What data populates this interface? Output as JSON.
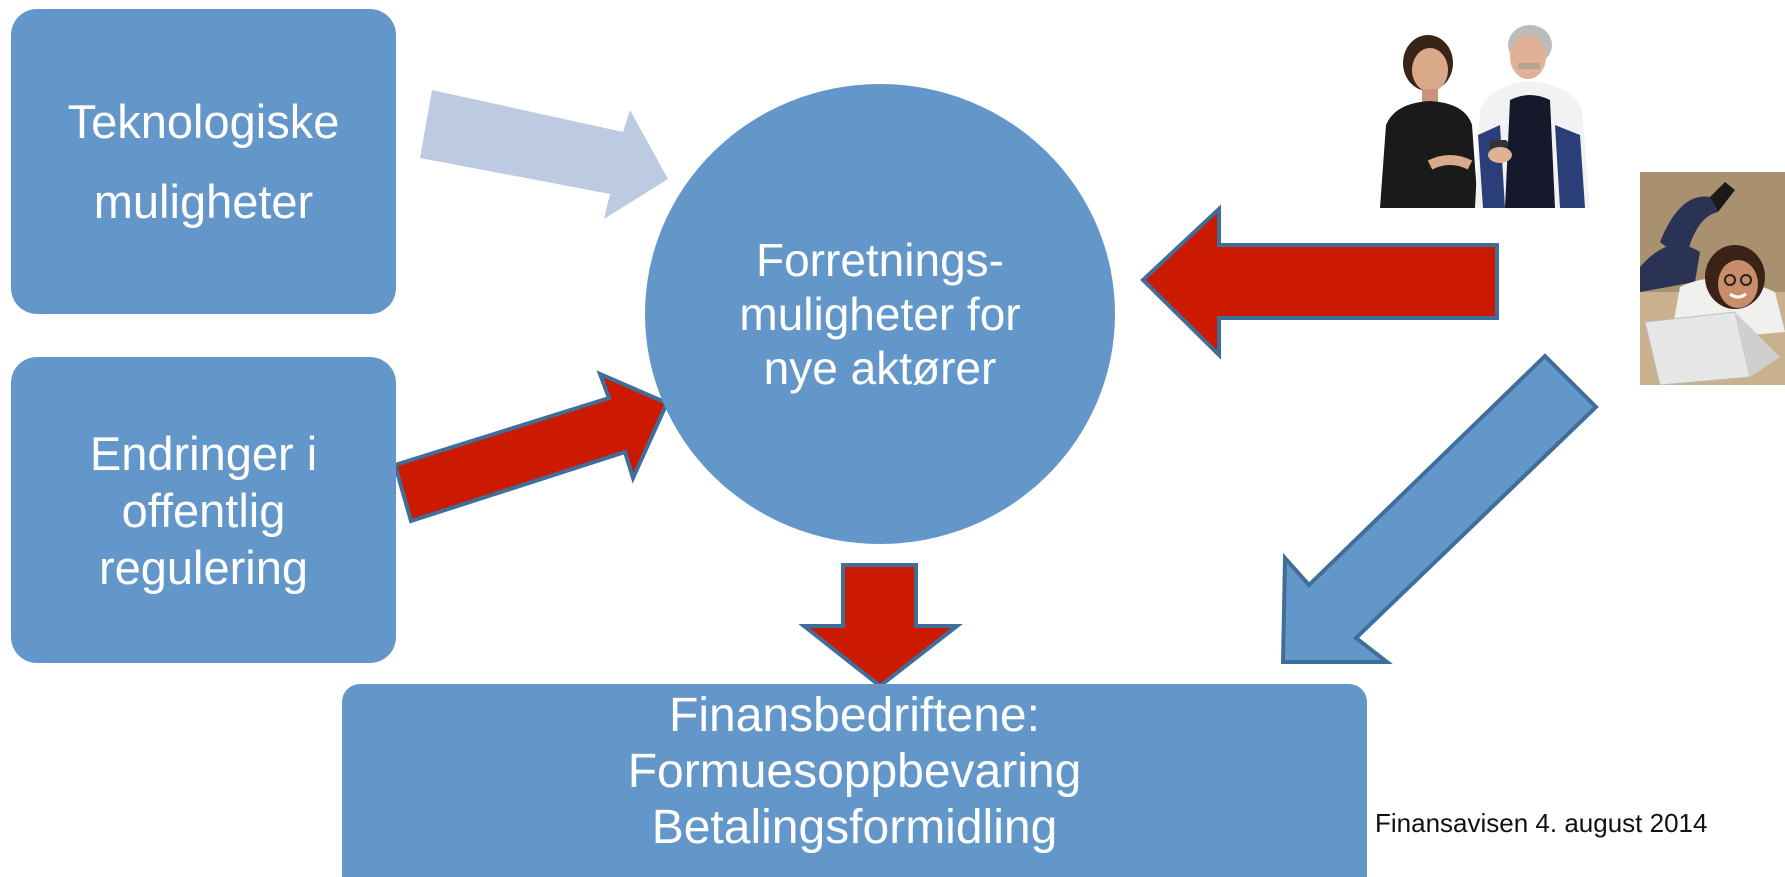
{
  "nodes": {
    "tech": {
      "lines": [
        "Teknologiske",
        "muligheter"
      ]
    },
    "regulation": {
      "lines": [
        "Endringer i",
        "offentlig",
        "regulering"
      ]
    },
    "center": {
      "lines": [
        "Forretnings-",
        "muligheter for",
        "nye aktører"
      ]
    },
    "finance": {
      "lines": [
        "Finansbedriftene:",
        "Formuesoppbevaring",
        "Betalingsformidling"
      ]
    }
  },
  "caption": "Finansavisen 4. august 2014",
  "colors": {
    "box": "#6396c9",
    "arrow_red": "#cc1a00",
    "arrow_light": "#bccbe2",
    "arrow_blue": "#6396c9"
  },
  "icons": {
    "photo_couple": "couple-looking-at-phone-photo",
    "photo_girl": "girl-with-laptop-photo"
  }
}
